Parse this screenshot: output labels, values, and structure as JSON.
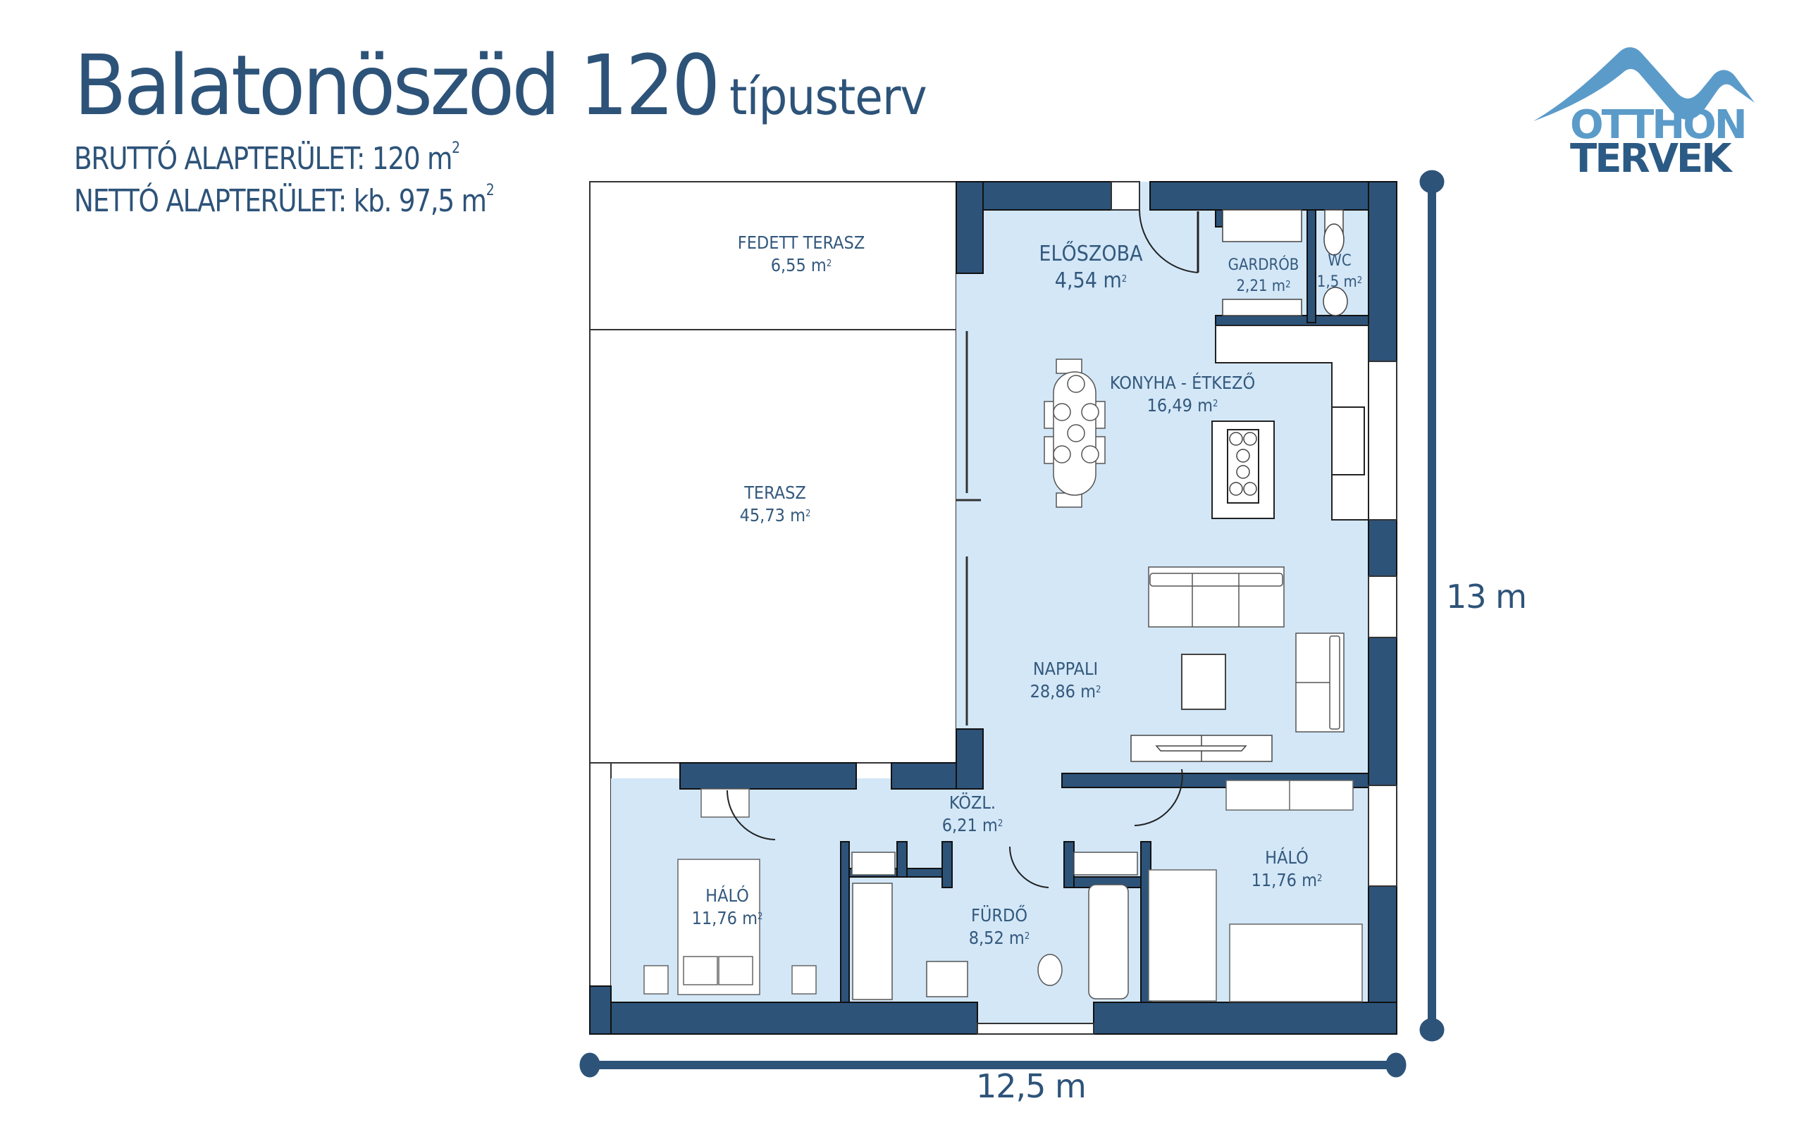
{
  "header": {
    "title_main": "Balatonöszöd 120",
    "title_sub": "típusterv",
    "gross_area_label": "BRUTTÓ ALAPTERÜLET: 120 m",
    "gross_area_sup": "2",
    "net_area_label": "NETTÓ ALAPTERÜLET: kb. 97,5 m",
    "net_area_sup": "2"
  },
  "logo": {
    "line1": "OTTHON",
    "line2": "TERVEK",
    "icon": "mountain-roof-icon",
    "color_light": "#5b9bc9",
    "color_dark": "#2b5a85"
  },
  "colors": {
    "wall": "#2d5379",
    "floor": "#d3e7f7",
    "text": "#34597d",
    "terrace": "#ffffff"
  },
  "rooms": [
    {
      "id": "fedett-terasz",
      "name": "FEDETT TERASZ",
      "area": "6,55 m",
      "sup": "2"
    },
    {
      "id": "eloszoba",
      "name": "ELŐSZOBA",
      "area": "4,54 m",
      "sup": "2"
    },
    {
      "id": "gardrob",
      "name": "GARDRÓB",
      "area": "2,21 m",
      "sup": "2"
    },
    {
      "id": "wc",
      "name": "WC",
      "area": "1,5 m",
      "sup": "2"
    },
    {
      "id": "konyha-etkezo",
      "name": "KONYHA - ÉTKEZŐ",
      "area": "16,49 m",
      "sup": "2"
    },
    {
      "id": "terasz",
      "name": "TERASZ",
      "area": "45,73 m",
      "sup": "2"
    },
    {
      "id": "nappali",
      "name": "NAPPALI",
      "area": "28,86 m",
      "sup": "2"
    },
    {
      "id": "kozl",
      "name": "KÖZL.",
      "area": "6,21 m",
      "sup": "2"
    },
    {
      "id": "halo-1",
      "name": "HÁLÓ",
      "area": "11,76 m",
      "sup": "2"
    },
    {
      "id": "furdo",
      "name": "FÜRDŐ",
      "area": "8,52 m",
      "sup": "2"
    },
    {
      "id": "halo-2",
      "name": "HÁLÓ",
      "area": "11,76 m",
      "sup": "2"
    }
  ],
  "dimensions": {
    "width": "12,5 m",
    "height": "13 m"
  }
}
